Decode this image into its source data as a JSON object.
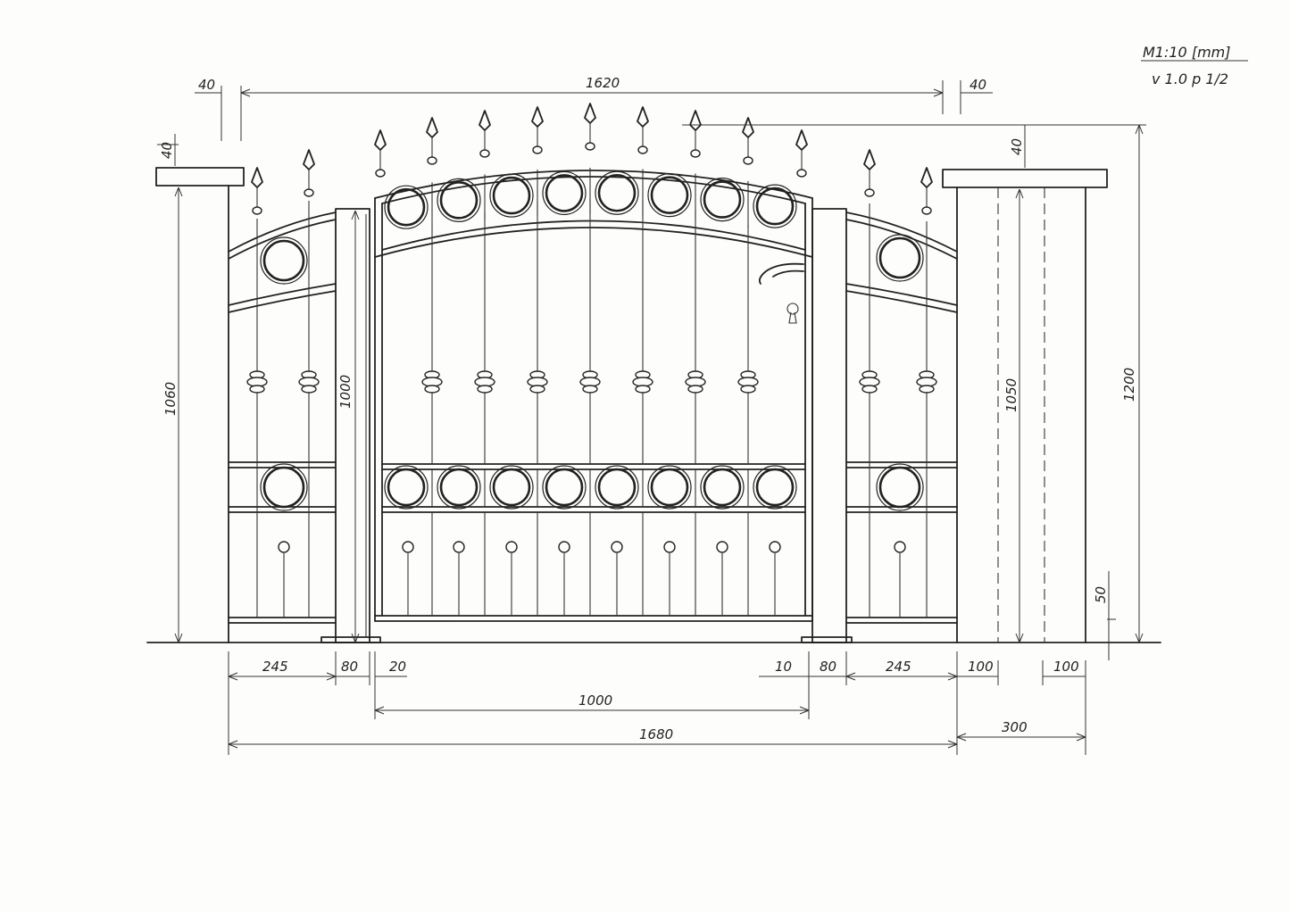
{
  "drawing": {
    "scale_label": "M1:10 [mm]",
    "version_label": "v 1.0  p 1/2"
  },
  "dimensions": {
    "top_left_40": "40",
    "top_span": "1620",
    "top_right_40": "40",
    "left_pillar_cap": "40",
    "left_pillar_height": "1060",
    "gate_post_height": "1000",
    "right_pillar_cap": "40",
    "right_pillar_inner": "1050",
    "overall_height": "1200",
    "ground_gap": "50",
    "left_panel_width": "245",
    "left_post_width": "80",
    "left_gap": "20",
    "right_gap": "10",
    "right_post_width": "80",
    "right_panel_width": "245",
    "pillar_left_100": "100",
    "pillar_right_100": "100",
    "gate_width": "1000",
    "fence_total": "1680",
    "pillar_total": "300"
  },
  "colors": {
    "ink": "#222222",
    "paper": "#fdfdfc"
  }
}
